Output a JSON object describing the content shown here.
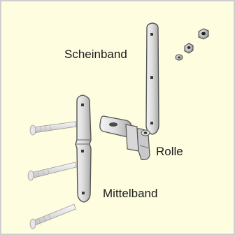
{
  "labels": {
    "scheinband": "Scheinband",
    "rolle": "Rolle",
    "mittelband": "Mittelband"
  },
  "colors": {
    "background": "#fefde0",
    "border": "#cfcfcf",
    "metal_light": "#ececec",
    "metal_mid": "#bdbdbd",
    "metal_dark": "#6f6f6f",
    "outline": "#3a3a3a"
  }
}
